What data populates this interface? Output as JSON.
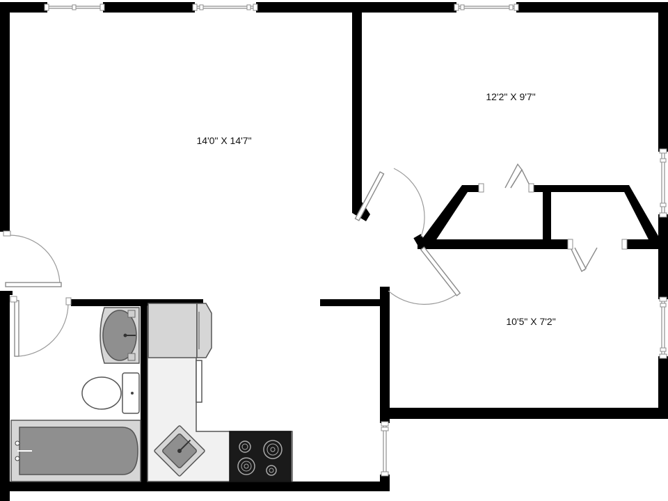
{
  "rooms": {
    "living": {
      "dimensions": "14'0\" X 14'7\""
    },
    "bedroom": {
      "dimensions": "12'2\" X 9'7\""
    },
    "den": {
      "dimensions": "10'5\" X 7'2\""
    }
  }
}
